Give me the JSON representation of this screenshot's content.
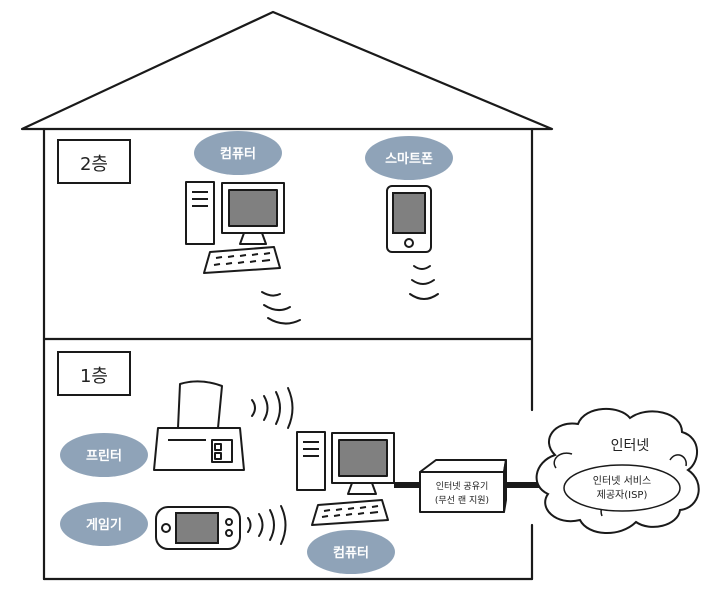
{
  "floors": {
    "upper": "2층",
    "lower": "1층"
  },
  "devices": {
    "computer_upper": "컴퓨터",
    "smartphone": "스마트폰",
    "printer": "프린터",
    "game_console": "게임기",
    "computer_lower": "컴퓨터"
  },
  "router": {
    "line1": "인터넷 공유기",
    "line2": "(무선 랜 지원)"
  },
  "internet": {
    "title": "인터넷",
    "isp_line1": "인터넷 서비스",
    "isp_line2": "제공자(ISP)"
  },
  "colors": {
    "label_bubble": "#8fa3b8",
    "screen": "#808080",
    "outline": "#1a1a1a"
  }
}
